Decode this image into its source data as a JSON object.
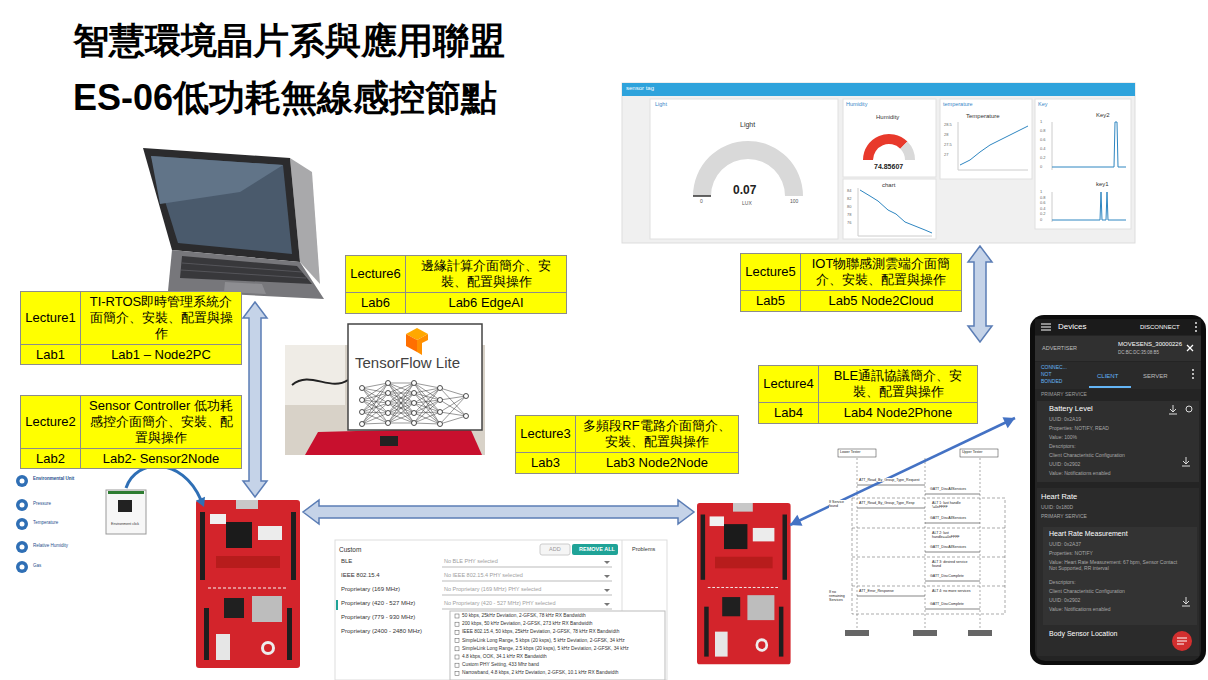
{
  "diagram": {
    "title": "智慧環境晶片系與應用聯盟 ES-06低功耗無線感控節點",
    "nodes": [
      {
        "text": [
          "Lecture1",
          "TI-RTOS即時管理系統介面簡介、安裝、配置與操作",
          "Lab1",
          "Lab1 – Node2PC"
        ]
      },
      {
        "text": [
          "Lecture2",
          "Sensor Controller 低功耗感控介面簡介、安裝、配置與操作",
          "Lab2",
          "Lab2- Sensor2Node"
        ]
      },
      {
        "text": [
          "Lecture3",
          "多頻段RF電路介面簡介、安裝、配置與操作",
          "Lab3",
          "Lab3 Node2Node"
        ]
      },
      {
        "text": [
          "Lecture4",
          "BLE通訊協議簡介、安裝、配置與操作",
          "Lab4",
          "Lab4 Node2Phone"
        ]
      },
      {
        "text": [
          "Lecture5",
          "IOT物聯感測雲端介面簡介、安裝、配置與操作",
          "Lab5",
          "Lab5 Node2Cloud"
        ]
      },
      {
        "text": [
          "Lecture6",
          "邊緣計算介面簡介、安裝、配置與操作",
          "Lab6",
          "Lab6 EdgeAI"
        ]
      }
    ],
    "labels": [
      "sensor tag",
      "Light",
      "Humidity",
      "temperature",
      "Key",
      "Light",
      "0.07",
      "LUX",
      "0",
      "100",
      "Humidity",
      "74.85607",
      "chart",
      "Temperature",
      "Key2",
      "key1",
      "28.5",
      "28",
      "27.5",
      "27",
      "84",
      "82",
      "80",
      "78",
      "76",
      "1",
      "0.8",
      "0.6",
      "0.4",
      "0.2",
      "0",
      "1",
      "0.8",
      "0.6",
      "0.4",
      "0.2",
      "0",
      "TensorFlow Lite",
      "Environmental Unit",
      "Pressure",
      "Temperature",
      "Relative Humidity",
      "Gas",
      "Environment click",
      "Custom",
      "ADD",
      "REMOVE ALL",
      "BLE",
      "IEEE 802.15.4",
      "Proprietary (169 MHz)",
      "Proprietary (420 - 527 MHz)",
      "Proprietary (779 - 930 MHz)",
      "Proprietary (2400 - 2480 MHz)",
      "No BLE PHY selected",
      "No IEEE 802.15.4 PHY selected",
      "No Proprietary (169 MHz) PHY selected",
      "No Proprietary (420 - 527 MHz) PHY selected",
      "50 kbps, 25kHz Deviation, 2-GFSK, 78 kHz RX Bandwidth",
      "200 kbps, 50 kHz Deviation, 2-GFSK, 273 kHz RX Bandwidth",
      "IEEE 802.15.4, 50 kbps, 25kHz Deviation, 2-GFSK, 78 kHz RX Bandwidth",
      "SimpleLink Long Range, 5 kbps (20 ksps), 5 kHz Deviation, 2-GFSK, 34 kHz",
      "SimpleLink Long Range, 2.5 kbps (20 ksps), 5 kHz Deviation, 2-GFSK, 34 kHz",
      "4.8 kbps, OOK, 34.1 kHz RX Bandwidth",
      "Custom PHY Setting, 433 Mhz band",
      "Narrowband, 4.8 kbps, 2 kHz Deviation, 2-GFSK, 10.1 kHz RX Bandwidth",
      "Problems",
      "Lower Tester",
      "Upper Tester",
      "ATT_Read_By_Group_Type_Request",
      "GATT_DiscAllServices",
      "If Service found",
      "ATT_Read_By_Group_Type_Resp",
      "ALT 1: last handle !=0xFFFF",
      "GATT_DiscAllServices",
      "ALT 2: last handle==0xFFFF",
      "GATT_DiscAllServices",
      "ALT 3: desired service found",
      "GATT_DiscComplete",
      "ATT_Error_Response",
      "ALT 4: no more services",
      "GATT_DiscComplete",
      "If no remaining Services",
      "Devices",
      "DISCONNECT",
      "ADVERTISER",
      "MOVESENS_30000226",
      "DC:BC:DC:35:08:B5",
      "CONNEC... NOT BONDED",
      "CLIENT",
      "SERVER",
      "PRIMARY SERVICE",
      "Battery Level",
      "UUID: 0x2A19",
      "Properties: NOTIFY, READ",
      "Value: 100%",
      "Descriptors:",
      "Client Characteristic Configuration",
      "UUID: 0x2902",
      "Value: Notifications enabled",
      "Heart Rate",
      "UUID: 0x180D",
      "PRIMARY SERVICE",
      "Heart Rate Measurement",
      "UUID: 0x2A37",
      "Properties: NOTIFY",
      "Value: Heart Rate Measurement: 67 bpm, Sensor Contact Not Supported, RR interval",
      "Descriptors:",
      "Client Characteristic Configuration",
      "UUID: 0x2902",
      "Value: Notifications enabled",
      "Body Sensor Location"
    ]
  }
}
